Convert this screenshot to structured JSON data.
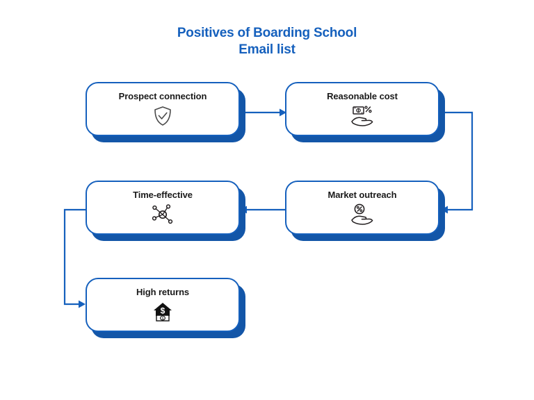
{
  "title": {
    "line1": "Positives of Boarding School",
    "line2": "Email list",
    "color": "#1560BD"
  },
  "theme": {
    "accent": "#1560BD",
    "shadow": "#1356A8",
    "card_background": "#FFFFFF",
    "label_color": "#1A1A1A",
    "page_background": "#FFFFFF",
    "icon_stroke": "#231F20"
  },
  "nodes": [
    {
      "id": "prospect",
      "label": "Prospect connection",
      "icon": "shield-check-icon"
    },
    {
      "id": "reasonable",
      "label": "Reasonable cost",
      "icon": "hand-banknote-percent-icon"
    },
    {
      "id": "time",
      "label": "Time-effective",
      "icon": "network-nodes-icon"
    },
    {
      "id": "market",
      "label": "Market outreach",
      "icon": "hand-percent-circle-icon"
    },
    {
      "id": "returns",
      "label": "High returns",
      "icon": "house-dollar-banknote-icon"
    }
  ],
  "connectors": [
    {
      "id": "prospect-to-reasonable",
      "from": "prospect",
      "to": "reasonable",
      "shape": "straight-right",
      "arrow": "right"
    },
    {
      "id": "reasonable-to-market",
      "from": "reasonable",
      "to": "market",
      "shape": "right-down-left",
      "arrow": "left"
    },
    {
      "id": "market-to-time",
      "from": "market",
      "to": "time",
      "shape": "straight-left",
      "arrow": "left"
    },
    {
      "id": "time-to-returns",
      "from": "time",
      "to": "returns",
      "shape": "left-down-right",
      "arrow": "right"
    }
  ]
}
